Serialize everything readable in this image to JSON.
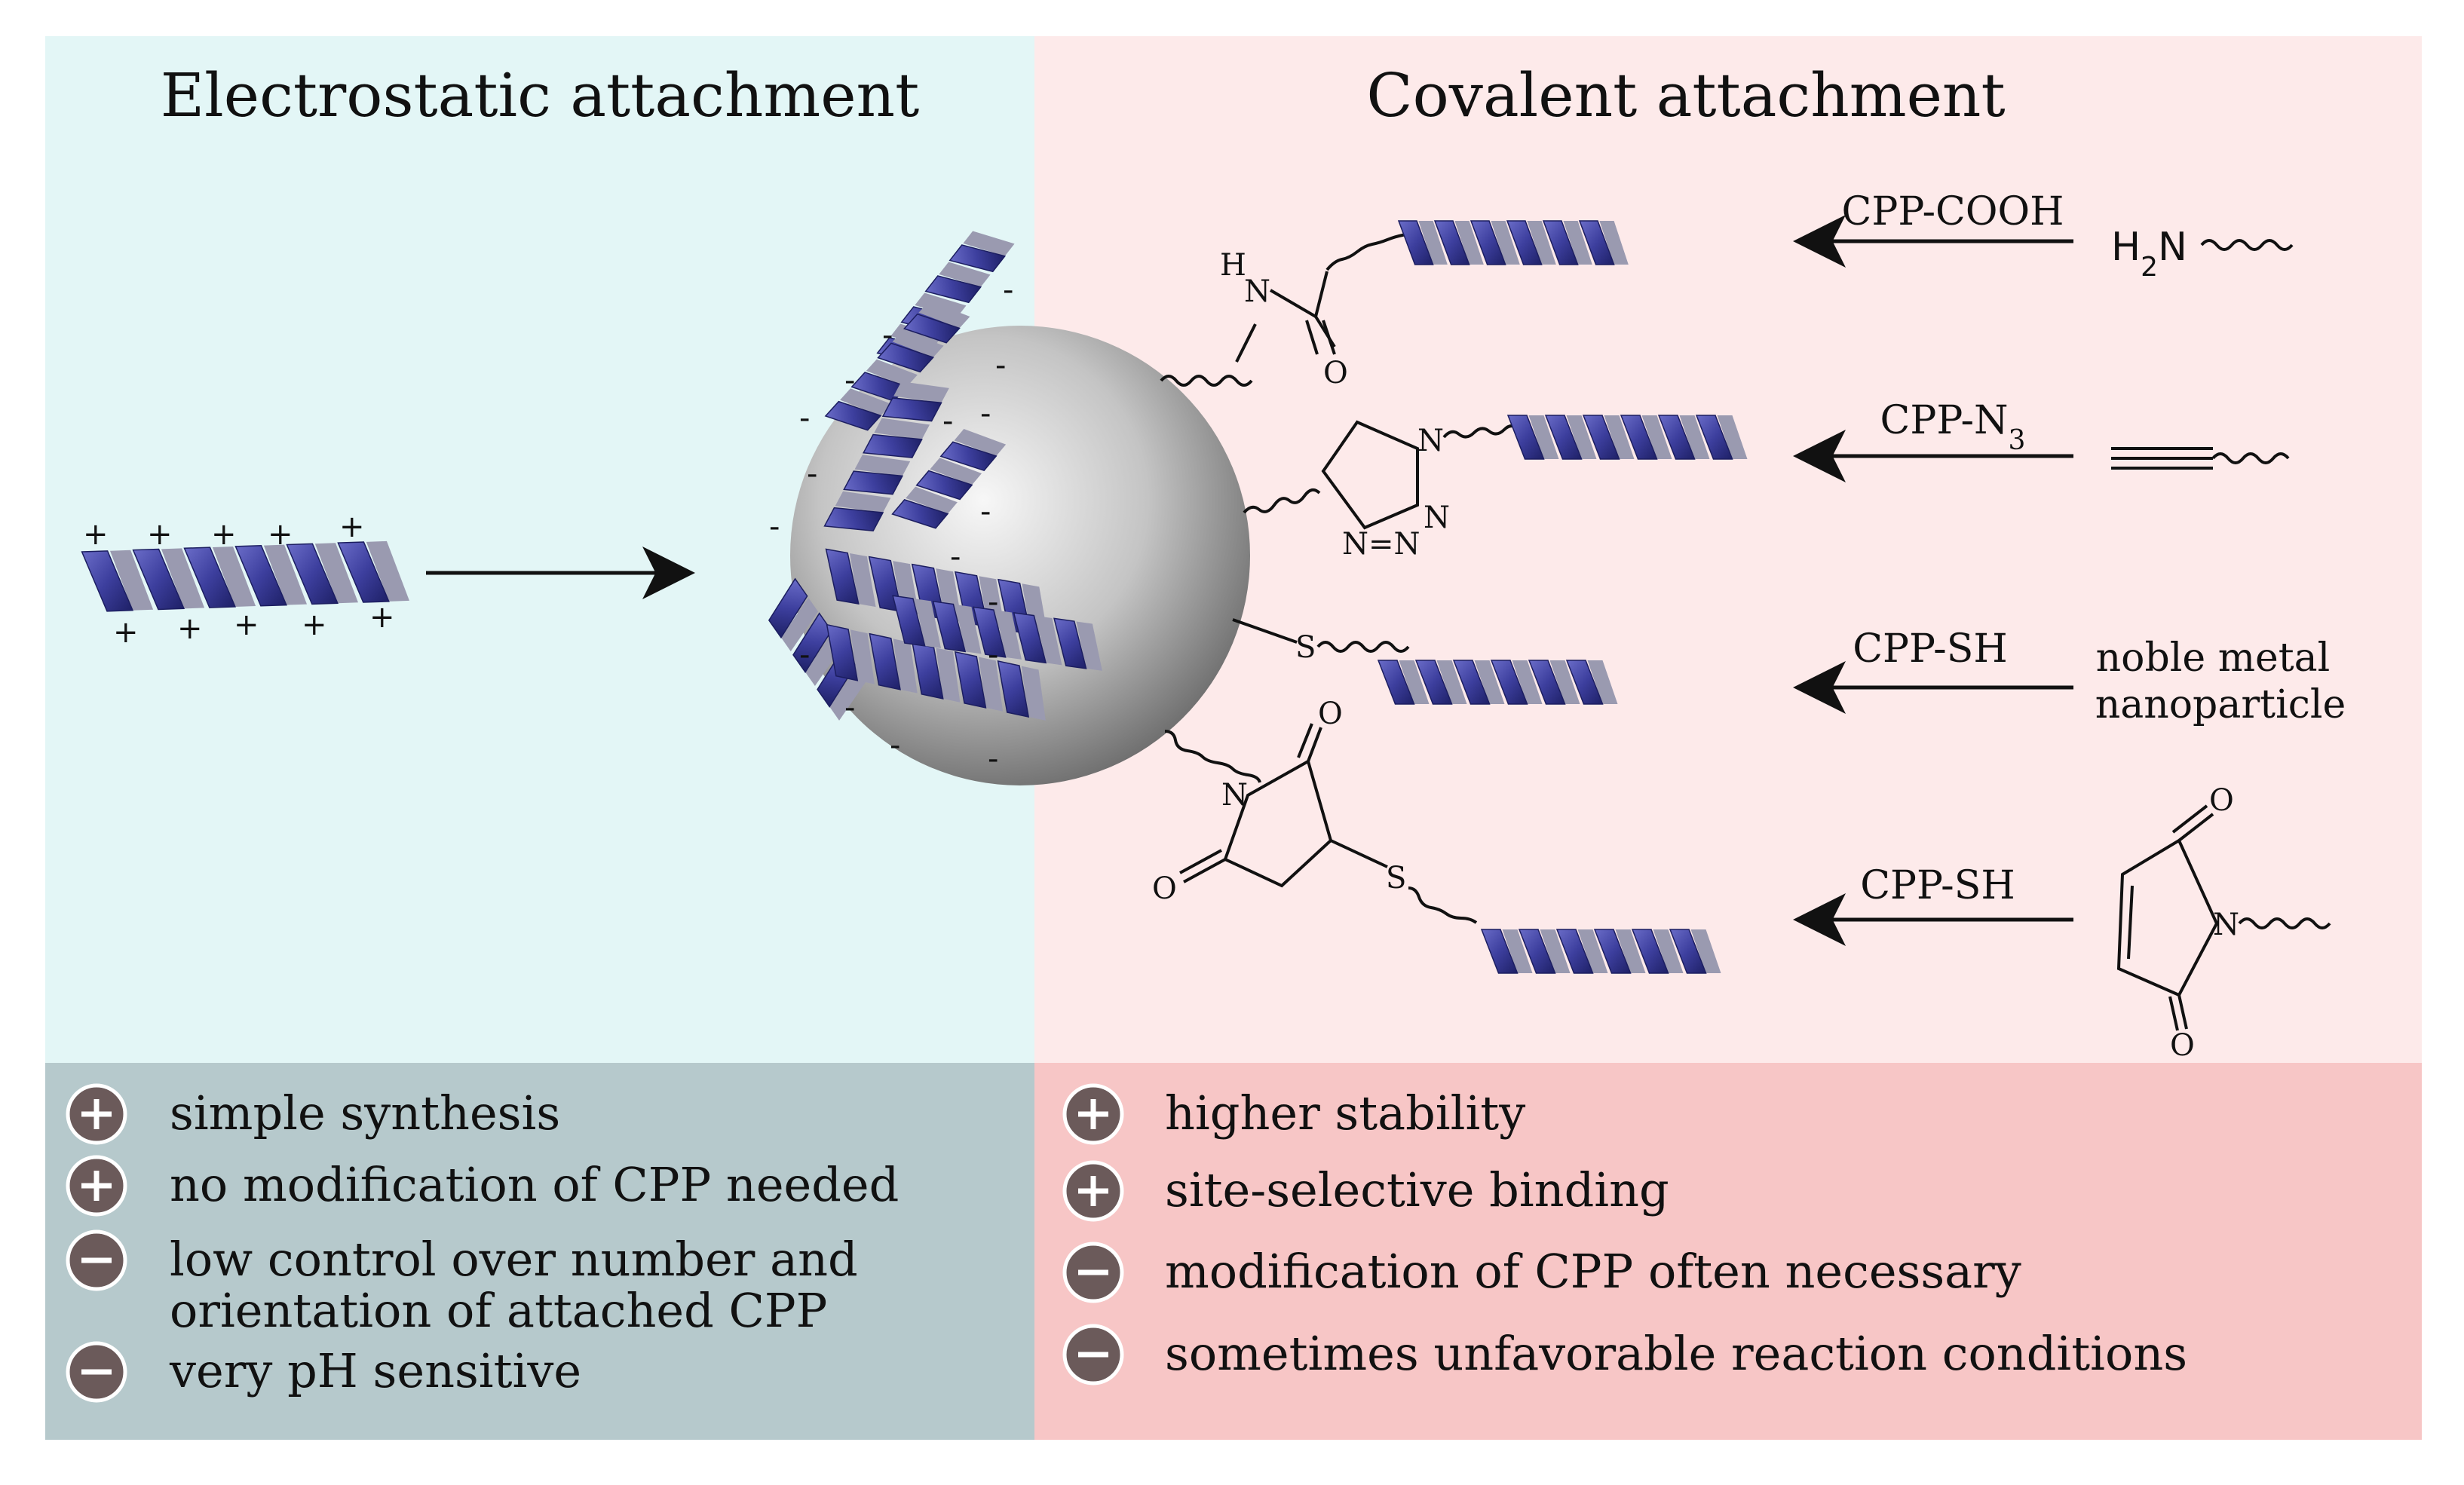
{
  "panels": {
    "left": {
      "title": "Electrostatic attachment",
      "bg": "#e3f6f6",
      "footer_bg": "#b6c9cc"
    },
    "right": {
      "title": "Covalent attachment",
      "bg": "#fdeaea",
      "footer_bg": "#f7c6c6"
    }
  },
  "colors": {
    "helix_front": "#3d3f9e",
    "helix_back": "#1f2168",
    "sphere_light": "#f2f2f2",
    "sphere_dark": "#7a7a7a",
    "badge": "#6b5a5a"
  },
  "reactions": [
    {
      "reagent": "CPP-COOH",
      "substrate": "H2N"
    },
    {
      "reagent": "CPP-N3"
    },
    {
      "reagent": "CPP-SH",
      "substrate_line1": "noble metal",
      "substrate_line2": "nanoparticle"
    },
    {
      "reagent": "CPP-SH"
    }
  ],
  "atoms": {
    "H": "H",
    "N": "N",
    "O": "O",
    "S": "S",
    "N2": "N",
    "N3": "N",
    "NEQ": "N=N",
    "NEQ2": "N",
    "O2": "O",
    "O3": "O",
    "O4": "O",
    "N4": "N",
    "N5": "N",
    "S2": "S"
  },
  "pros_cons": {
    "left": [
      {
        "sign": "+",
        "text": "simple synthesis"
      },
      {
        "sign": "+",
        "text": "no modification of CPP needed"
      },
      {
        "sign": "−",
        "text": "low control over number and",
        "text2": "orientation of attached CPP"
      },
      {
        "sign": "−",
        "text": "very pH sensitive"
      }
    ],
    "right": [
      {
        "sign": "+",
        "text": "higher stability"
      },
      {
        "sign": "+",
        "text": "site-selective binding"
      },
      {
        "sign": "−",
        "text": "modification of CPP often necessary"
      },
      {
        "sign": "−",
        "text": "sometimes unfavorable reaction conditions"
      }
    ]
  }
}
